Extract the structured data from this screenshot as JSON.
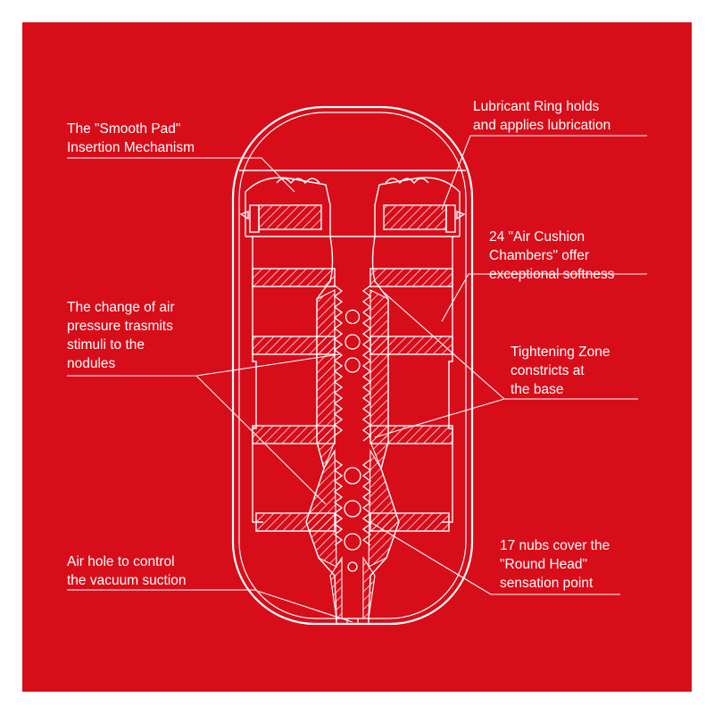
{
  "colors": {
    "background": "#D80D1A",
    "line": "#FFFFFF",
    "frame": "#FFFFFF"
  },
  "callouts": {
    "smooth_pad": [
      "The \"Smooth Pad\"",
      "Insertion Mechanism"
    ],
    "lubricant_ring": [
      "Lubricant Ring holds",
      "and applies lubrication"
    ],
    "air_cushion": [
      "24 \"Air Cushion",
      "Chambers\" offer",
      "exceptional softness"
    ],
    "air_pressure": [
      "The change of air",
      "pressure trasmits",
      "stimuli to the",
      "nodules"
    ],
    "tightening": [
      "Tightening Zone",
      "constricts at",
      "the base"
    ],
    "air_hole": [
      "Air hole to control",
      "the vacuum suction"
    ],
    "nubs": [
      "17 nubs cover the",
      "\"Round Head\"",
      "sensation point"
    ]
  }
}
